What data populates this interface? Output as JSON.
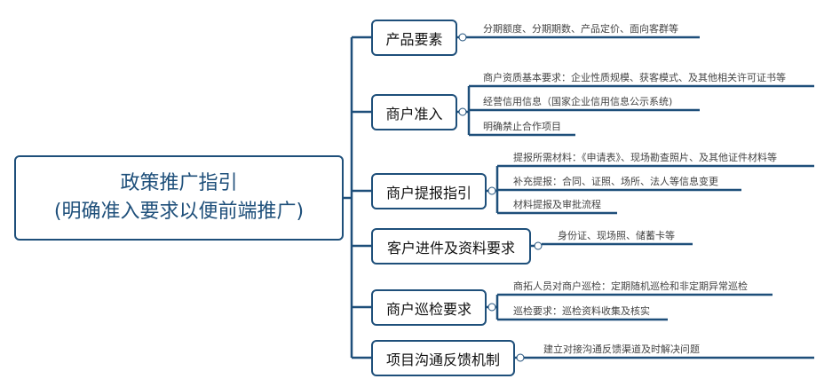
{
  "root": {
    "line1": "政策推广指引",
    "line2": "(明确准入要求以便前端推广)"
  },
  "branches": [
    {
      "label": "产品要素",
      "leaves": [
        "分期额度、分期期数、产品定价、面向客群等"
      ]
    },
    {
      "label": "商户准入",
      "leaves": [
        "商户资质基本要求：企业性质规模、获客模式、及其他相关许可证书等",
        "经营信用信息（国家企业信用信息公示系统)",
        "明确禁止合作项目"
      ]
    },
    {
      "label": "商户提报指引",
      "leaves": [
        "提报所需材料：《申请表》、现场勘查照片、及其他证件材料等",
        "补充提报：合同、证照、场所、法人等信息变更",
        "材料提报及审批流程"
      ]
    },
    {
      "label": "客户进件及资料要求",
      "leaves": [
        "身份证、现场照、储蓄卡等"
      ]
    },
    {
      "label": "商户巡检要求",
      "leaves": [
        "商拓人员对商户巡检：定期随机巡检和非定期异常巡检",
        "巡检要求：巡检资料收集及核实"
      ]
    },
    {
      "label": "项目沟通反馈机制",
      "leaves": [
        "建立对接沟通反馈渠道及时解决问题"
      ]
    }
  ],
  "colors": {
    "line": "#1e4f7a"
  }
}
